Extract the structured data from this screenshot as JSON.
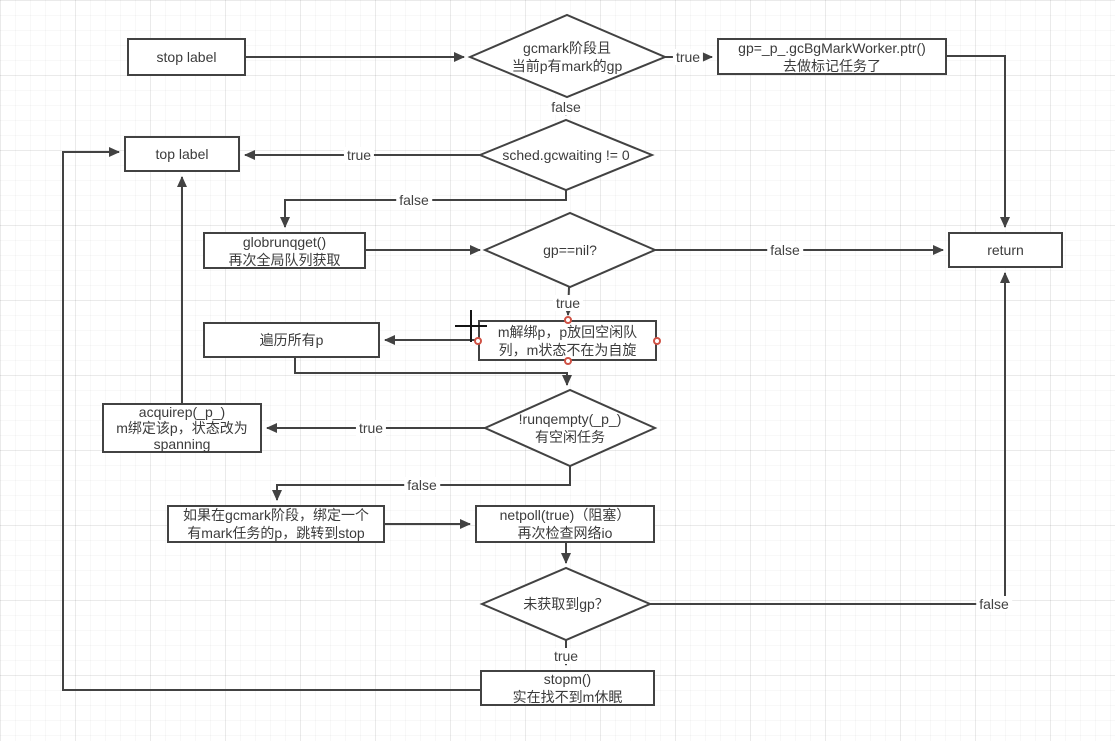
{
  "diagram": {
    "boxes": {
      "stop_label": {
        "lines": [
          "stop label"
        ]
      },
      "gc_bg_mark_worker": {
        "lines": [
          "gp=_p_.gcBgMarkWorker.ptr()",
          "去做标记任务了"
        ]
      },
      "top_label": {
        "lines": [
          "top label"
        ]
      },
      "globrunqget": {
        "lines": [
          "globrunqget()",
          "再次全局队列获取"
        ]
      },
      "return_box": {
        "lines": [
          "return"
        ]
      },
      "traverse_all_p": {
        "lines": [
          "遍历所有p"
        ]
      },
      "m_unbind_p": {
        "lines": [
          "m解绑p，p放回空闲队",
          "列，m状态不在为自旋"
        ],
        "selected": true
      },
      "acquirep": {
        "lines": [
          "acquirep(_p_)",
          "m绑定该p，状态改为",
          "spanning"
        ]
      },
      "gcmark_bind_p": {
        "lines": [
          "如果在gcmark阶段，绑定一个",
          "有mark任务的p，跳转到stop"
        ]
      },
      "netpoll": {
        "lines": [
          "netpoll(true)（阻塞）",
          "再次检查网络io"
        ]
      },
      "stopm": {
        "lines": [
          "stopm()",
          "实在找不到m休眠"
        ]
      }
    },
    "decisions": {
      "gcmark_phase": {
        "lines": [
          "gcmark阶段且",
          "当前p有mark的gp"
        ]
      },
      "gcwaiting": {
        "lines": [
          "sched.gcwaiting != 0"
        ]
      },
      "gp_nil": {
        "lines": [
          "gp==nil?"
        ]
      },
      "runqempty": {
        "lines": [
          "!runqempty(_p_)",
          "有空闲任务"
        ]
      },
      "no_gp": {
        "lines": [
          "未获取到gp？"
        ]
      }
    },
    "edges": {
      "gcmark_true": {
        "label": "true"
      },
      "gcmark_false": {
        "label": "false"
      },
      "gcwaiting_true": {
        "label": "true"
      },
      "gcwaiting_false": {
        "label": "false"
      },
      "gp_nil_true": {
        "label": "true"
      },
      "gp_nil_false": {
        "label": "false"
      },
      "runqempty_true": {
        "label": "true"
      },
      "runqempty_false": {
        "label": "false"
      },
      "no_gp_true": {
        "label": "true"
      },
      "no_gp_false": {
        "label": "false"
      }
    },
    "colors": {
      "stroke": "#424242",
      "shape_fill": "#ffffff",
      "selection_handle": "#cf5245",
      "cursor": "#141414"
    }
  }
}
